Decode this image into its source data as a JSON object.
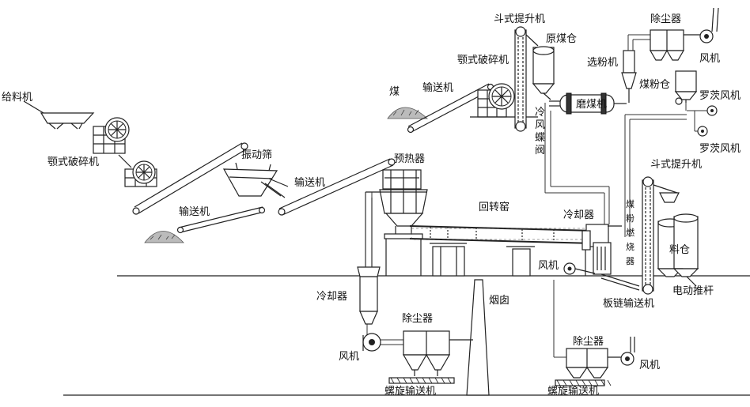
{
  "labels": {
    "feeder": "给料机",
    "jaw_crusher_left": "颚式破碎机",
    "vibrating_screen": "振动筛",
    "conveyor_1": "输送机",
    "conveyor_2": "输送机",
    "conveyor_coal": "输送机",
    "coal": "煤",
    "jaw_crusher_coal": "颚式破碎机",
    "bucket_elevator_top": "斗式提升机",
    "raw_coal_bin": "原煤仓",
    "dust_collector_top": "除尘器",
    "fan_top": "风机",
    "powder_separator": "选粉机",
    "coal_mill": "磨煤机",
    "pulverized_coal_bin": "煤粉仓",
    "roots_blower_1": "罗茨风机",
    "roots_blower_2": "罗茨风机",
    "cold_air_butterfly_valve": [
      "冷",
      "风",
      "蝶",
      "阀"
    ],
    "preheater": "预热器",
    "rotary_kiln": "回转窑",
    "cooler_kiln": "冷却器",
    "coal_burner": [
      "煤",
      "粉",
      "燃",
      "烧",
      "器"
    ],
    "bucket_elevator_right": "斗式提升机",
    "material_bin": "料仓",
    "fan_cooler": "风机",
    "electric_actuator": "电动推杆",
    "plate_chain_conveyor": "板链输送机",
    "cooler_bottom": "冷却器",
    "chimney": "烟囱",
    "dust_collector_left": "除尘器",
    "fan_left": "风机",
    "screw_conveyor_left": "螺旋输送机",
    "dust_collector_right": "除尘器",
    "fan_right": "风机",
    "screw_conveyor_right": "螺旋输送机"
  }
}
